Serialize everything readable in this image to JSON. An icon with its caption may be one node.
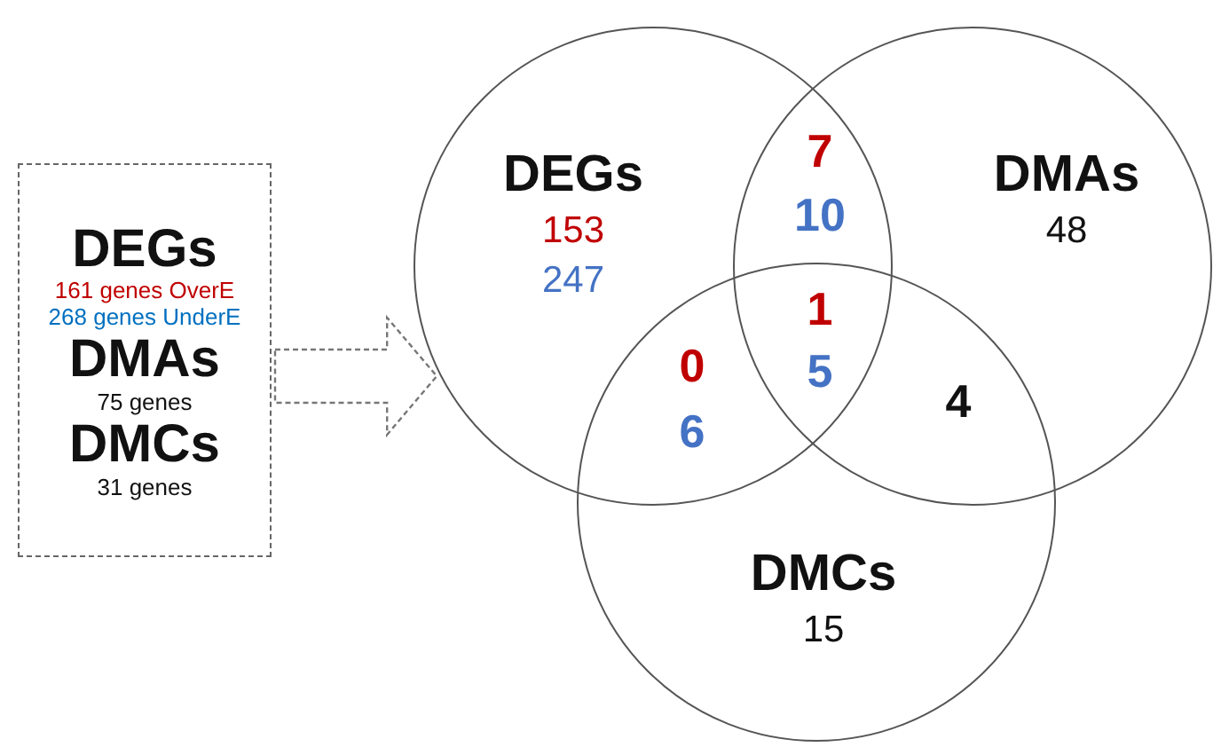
{
  "diagram": {
    "nodes": [
      {
        "text": [
          "DEGs",
          "161 genes OverE",
          "268 genes UnderE",
          "DMAs",
          "75 genes",
          "DMCs",
          "31 genes"
        ]
      },
      {
        "text": [
          "DEGs",
          "153",
          "247"
        ]
      },
      {
        "text": [
          "DMAs",
          "48"
        ]
      },
      {
        "text": [
          "DMCs",
          "15"
        ]
      }
    ],
    "edges": [
      {
        "from": 0,
        "to": 1,
        "arrow": "to",
        "style": "dashed"
      }
    ],
    "labels": [
      "7",
      "10",
      "1",
      "0",
      "5",
      "6",
      "4"
    ]
  }
}
